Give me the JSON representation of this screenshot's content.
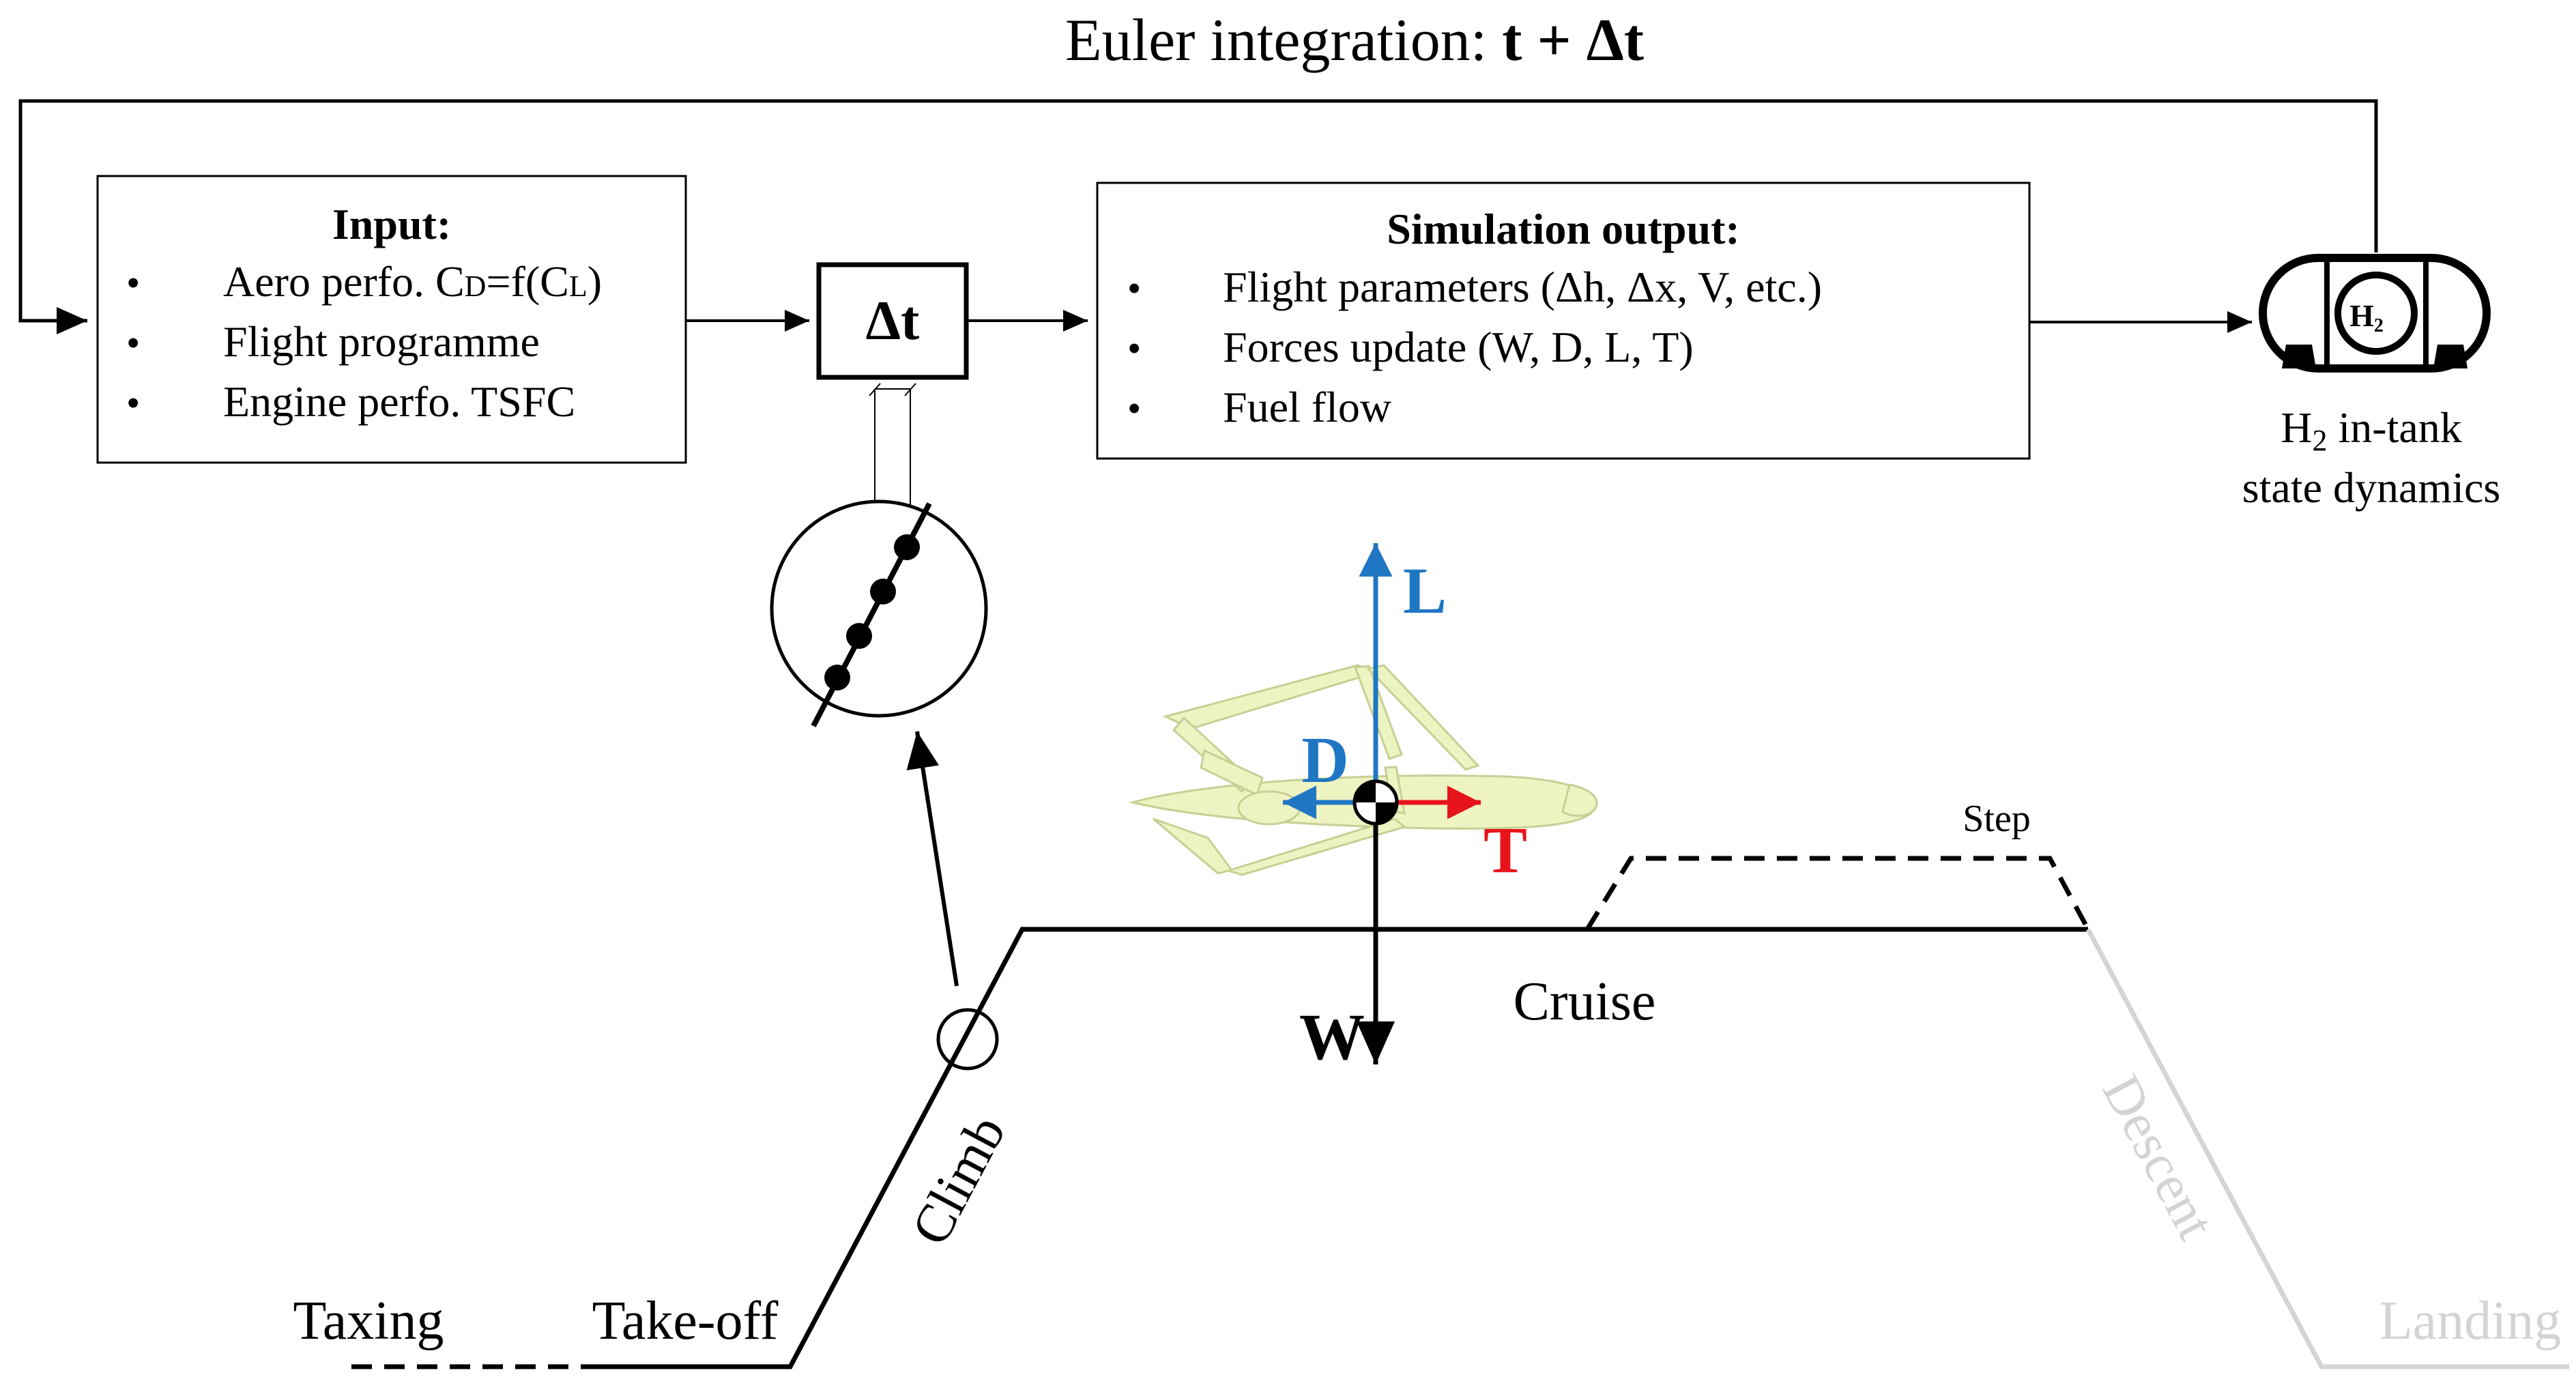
{
  "title": {
    "prefix": "Euler integration: ",
    "bold": "t + Δt"
  },
  "input_box": {
    "heading": "Input:",
    "items": [
      {
        "prefix": "Aero perfo. C",
        "sub1": "D",
        "mid": "=f(C",
        "sub2": "L",
        "suffix": ")"
      },
      {
        "text": "Flight programme"
      },
      {
        "text": "Engine perfo. TSFC"
      }
    ],
    "bullet": "•"
  },
  "timestep_box": {
    "label": "Δt"
  },
  "output_box": {
    "heading": "Simulation output:",
    "items": [
      "Flight parameters (Δh, Δx, V, etc.)",
      "Forces update (W, D, L, T)",
      "Fuel flow"
    ],
    "bullet": "•"
  },
  "tank": {
    "symbol": "H",
    "symbol_sub": "2",
    "caption_line1_prefix": "H",
    "caption_line1_sub": "2",
    "caption_line1_suffix": " in-tank",
    "caption_line2": "state dynamics"
  },
  "forces": {
    "lift": "L",
    "drag": "D",
    "thrust": "T",
    "weight": "W"
  },
  "phases": {
    "taxing": "Taxing",
    "takeoff": "Take-off",
    "climb": "Climb",
    "cruise": "Cruise",
    "step": "Step",
    "descent": "Descent",
    "landing": "Landing"
  },
  "colors": {
    "line": "#000000",
    "lift_drag": "#1f77c4",
    "thrust": "#e8141b",
    "faded_phase": "#d4d4d4",
    "aircraft": "#eef3c2"
  }
}
